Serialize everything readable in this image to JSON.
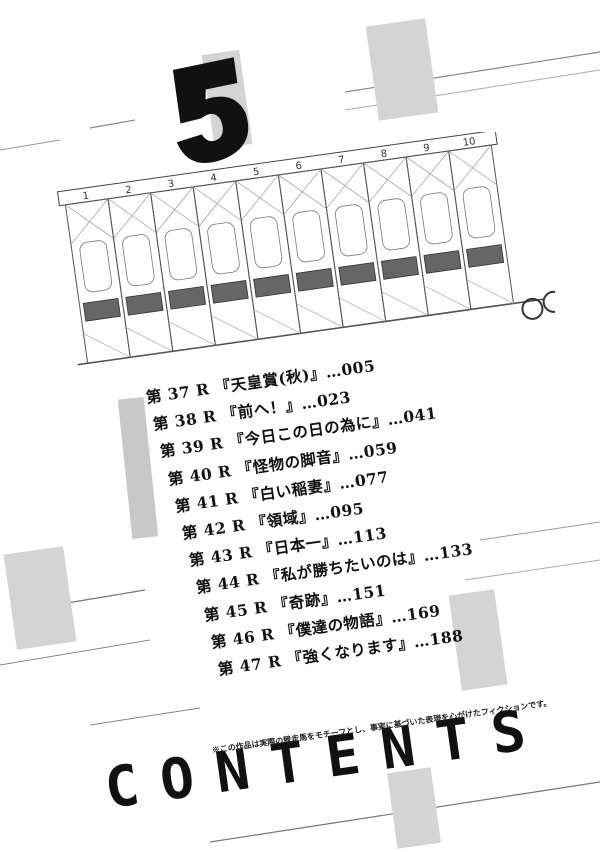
{
  "volume_number": "5",
  "contents_title": "CONTENTS",
  "note": "※この作品は実際の競走馬をモチーフとし、事実に基づいた表現を心がけたフィクションです。",
  "gate_numbers": [
    "1",
    "2",
    "3",
    "4",
    "5",
    "6",
    "7",
    "8",
    "9",
    "10"
  ],
  "chapters": [
    {
      "label": "第 37 R 『天皇賞(秋)』…005"
    },
    {
      "label": "第 38 R 『前へ！』…023"
    },
    {
      "label": "第 39 R 『今日この日の為に』…041"
    },
    {
      "label": "第 40 R 『怪物の脚音』…059"
    },
    {
      "label": "第 41 R 『白い稲妻』…077"
    },
    {
      "label": "第 42 R 『領域』…095"
    },
    {
      "label": "第 43 R 『日本一』…113"
    },
    {
      "label": "第 44 R 『私が勝ちたいのは』…133"
    },
    {
      "label": "第 45 R 『奇跡』…151"
    },
    {
      "label": "第 46 R 『僕達の物語』…169"
    },
    {
      "label": "第 47 R 『強くなります』…188"
    }
  ]
}
